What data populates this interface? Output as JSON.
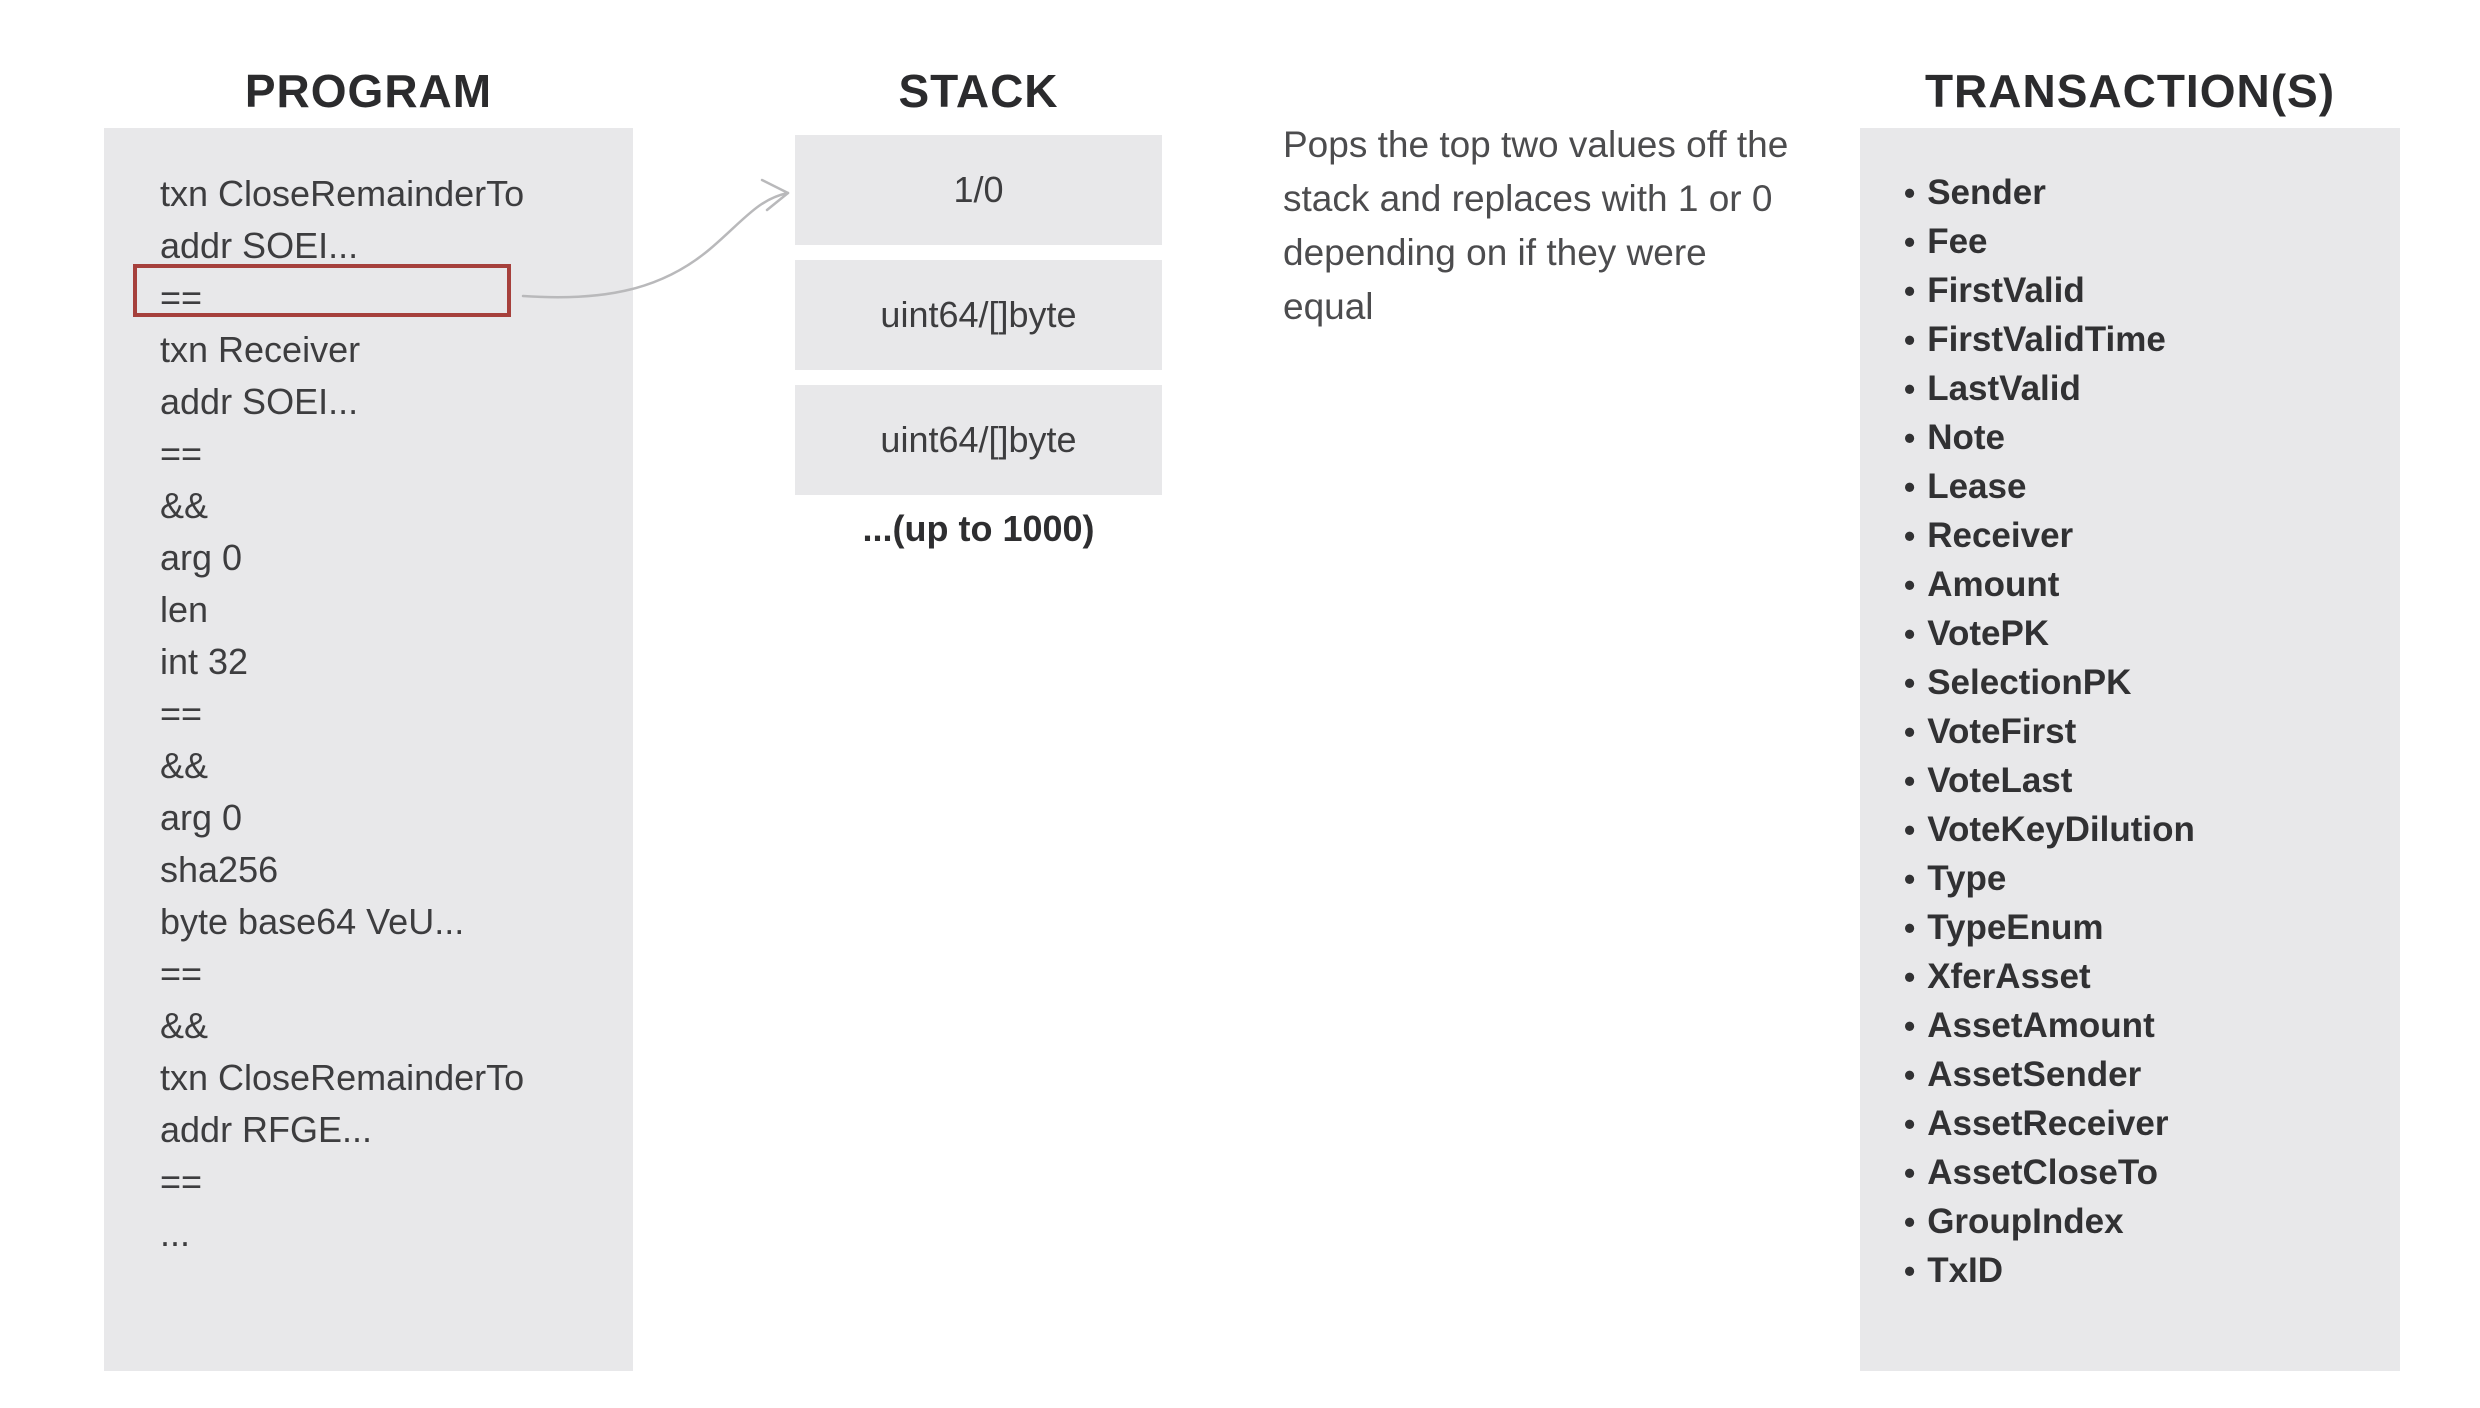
{
  "program": {
    "title": "PROGRAM",
    "lines": [
      "txn CloseRemainderTo",
      "addr SOEI...",
      "==",
      "txn Receiver",
      "addr SOEI...",
      "==",
      "&&",
      "arg 0",
      "len",
      "int 32",
      "==",
      "&&",
      "arg 0",
      "sha256",
      "byte base64 VeU...",
      "==",
      "&&",
      "txn CloseRemainderTo",
      "addr RFGE...",
      "==",
      "..."
    ],
    "highlight": {
      "line_index": 2,
      "text": "=="
    }
  },
  "stack": {
    "title": "STACK",
    "slots": [
      "1/0",
      "uint64/[]byte",
      "uint64/[]byte"
    ],
    "capacity_note": "...(up to 1000)"
  },
  "annotation": {
    "lines": [
      "Pops the top two values off the",
      "stack and replaces with 1 or 0",
      "depending on if they were equal"
    ]
  },
  "transactions": {
    "title": "TRANSACTION(S)",
    "fields": [
      "Sender",
      "Fee",
      "FirstValid",
      "FirstValidTime",
      "LastValid",
      "Note",
      "Lease",
      "Receiver",
      "Amount",
      "VotePK",
      "SelectionPK",
      "VoteFirst",
      "VoteLast",
      "VoteKeyDilution",
      "Type",
      "TypeEnum",
      "XferAsset",
      "AssetAmount",
      "AssetSender",
      "AssetReceiver",
      "AssetCloseTo",
      "GroupIndex",
      "TxID"
    ]
  },
  "colors": {
    "panel_bg": "#e8e8ea",
    "highlight_border": "#a6403c",
    "arrow": "#b9b9bb",
    "code_text": "#3d3d3f",
    "heading_text": "#2b2b2d",
    "annotation_text": "#4c4c4e"
  }
}
